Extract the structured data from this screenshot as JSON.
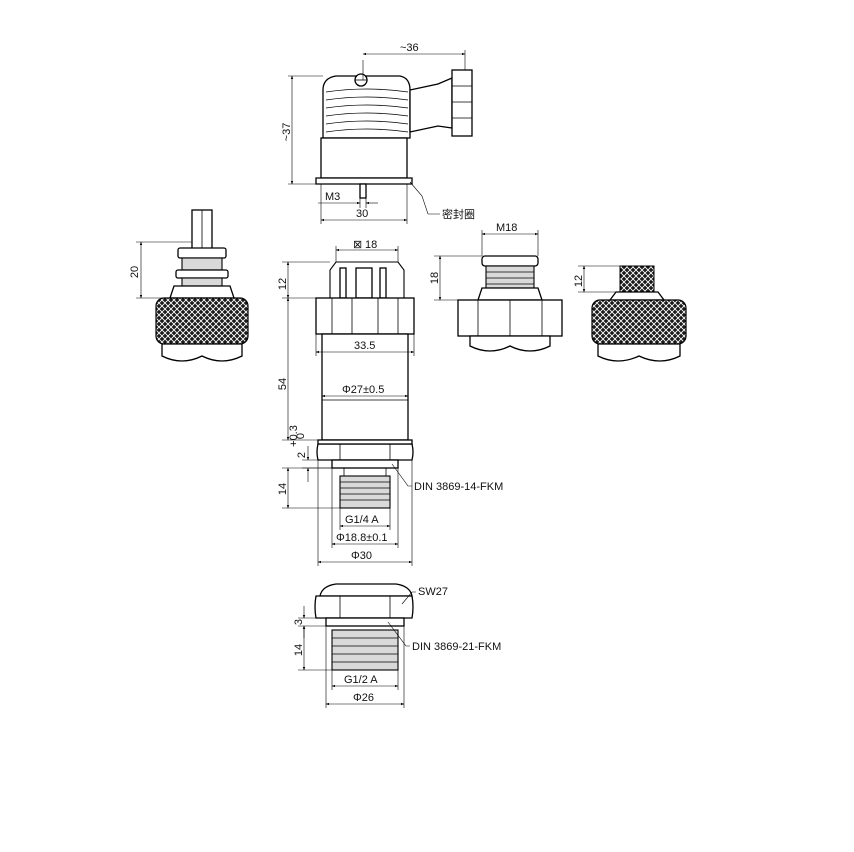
{
  "connector_dims": {
    "width_top": "~36",
    "height": "~37",
    "thread": "M3",
    "width_base": "30",
    "seal_note": "密封圈"
  },
  "cable_gland": {
    "height": "20"
  },
  "main_body_dims": {
    "hex_top": "18",
    "header_height": "12",
    "flange_width": "33.5",
    "body_length": "54",
    "body_diameter": "Φ27±0.5",
    "nut_gap": "2",
    "nut_tol_upper": "+0.3",
    "nut_tol_lower": "0",
    "seal_1": "DIN 3869-14-FKM",
    "thread_length": "14",
    "thread_1": "G1/4 A",
    "dia_seal_1": "Φ18.8±0.1",
    "dia_nut_1": "Φ30"
  },
  "m18_plug": {
    "thread": "M18",
    "height": "18"
  },
  "m12_plug": {
    "height": "12"
  },
  "half_inch_fitting": {
    "wrench": "SW27",
    "gap": "3",
    "seal": "DIN 3869-21-FKM",
    "thread_length": "14",
    "thread": "G1/2 A",
    "dia": "Φ26"
  }
}
